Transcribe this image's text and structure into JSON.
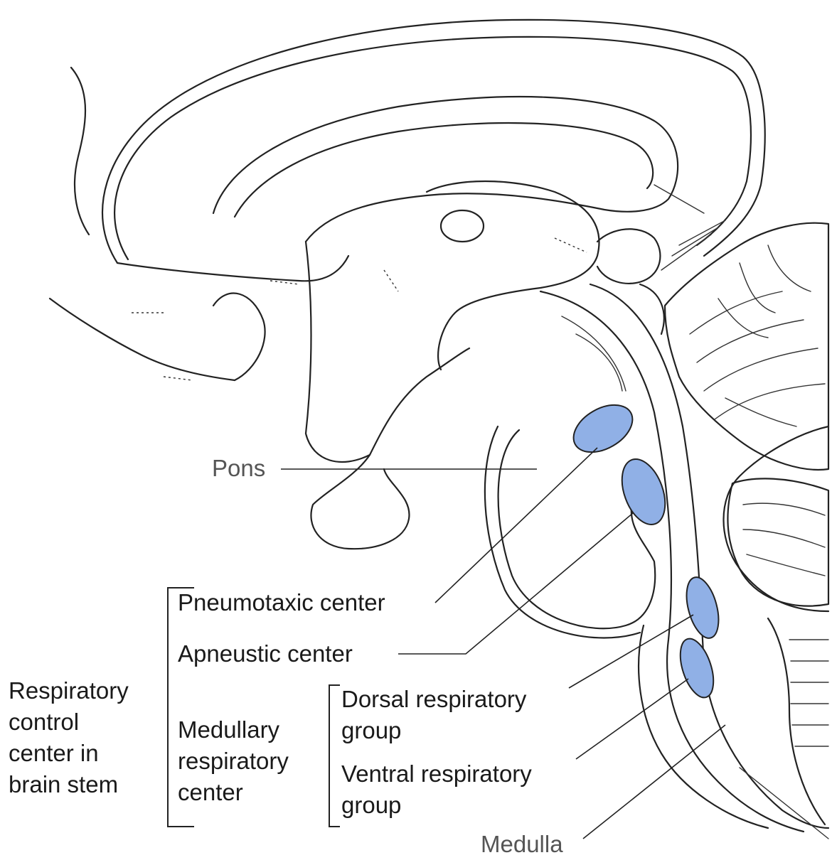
{
  "labels": {
    "pons": "Pons",
    "medulla": "Medulla",
    "pneumotaxic": "Pneumotaxic center",
    "apneustic": "Apneustic center",
    "control_center": [
      "Respiratory",
      "control",
      "center in",
      "brain stem"
    ],
    "medullary_center": [
      "Medullary",
      "respiratory",
      "center"
    ],
    "dorsal_group": [
      "Dorsal respiratory",
      "group"
    ],
    "ventral_group": [
      "Ventral respiratory",
      "group"
    ]
  },
  "colors": {
    "center_fill": "#90b0e6",
    "line": "#222222"
  }
}
